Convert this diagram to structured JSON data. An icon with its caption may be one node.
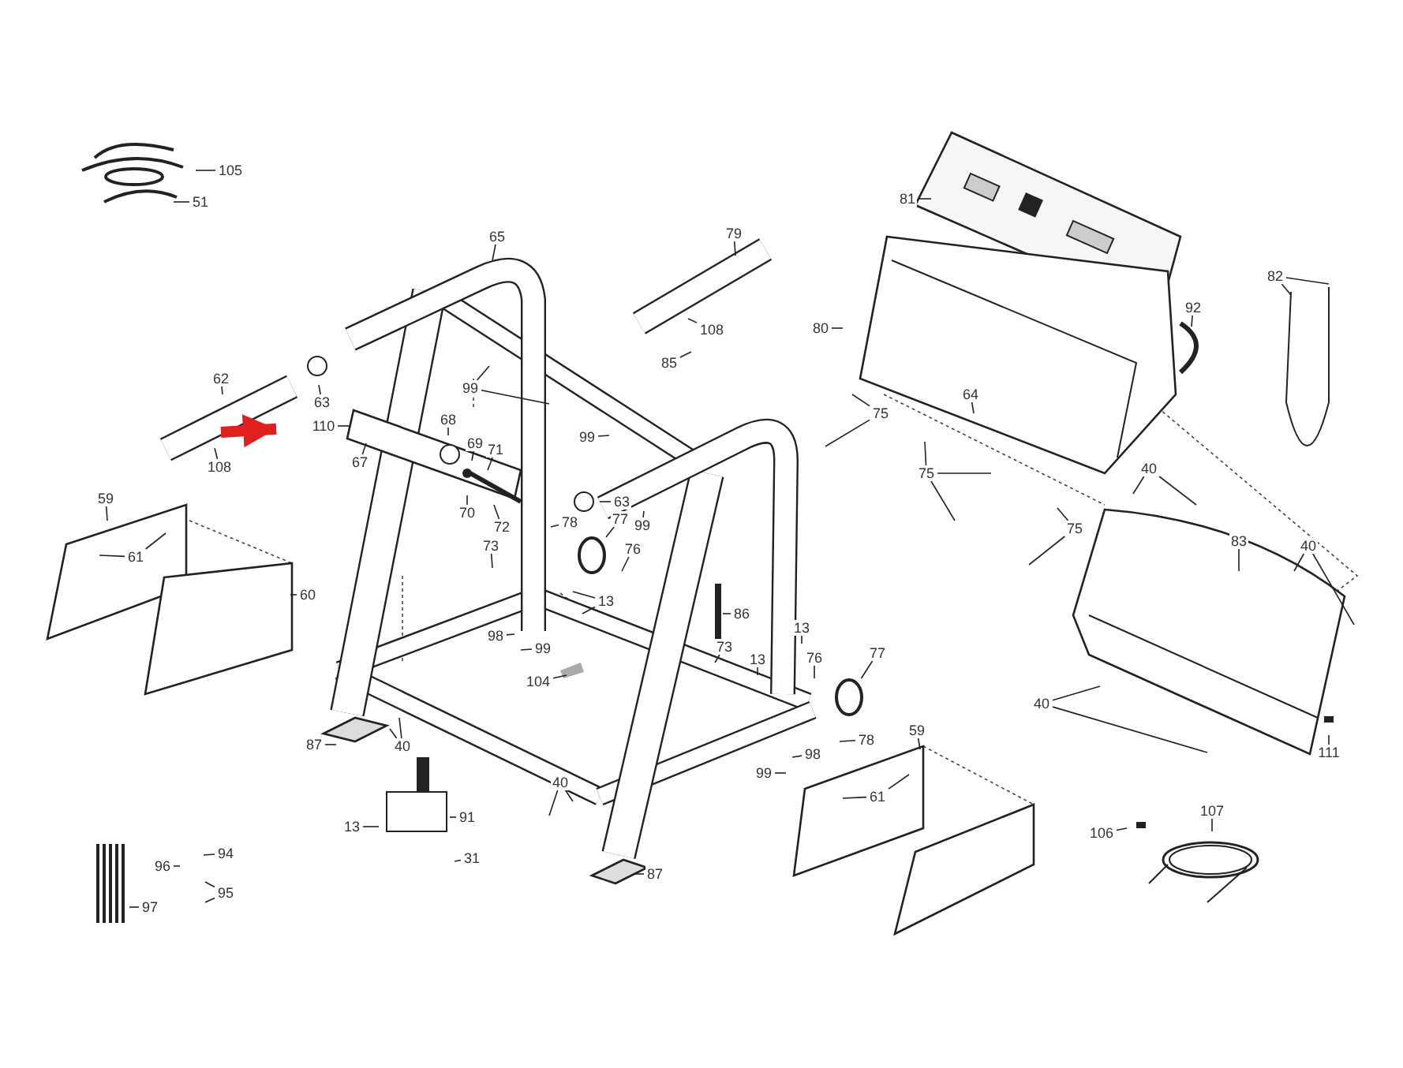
{
  "diagram": {
    "nodes": [
      {
        "text": [
          "105"
        ]
      },
      {
        "text": [
          "51"
        ]
      },
      {
        "text": [
          "65"
        ]
      },
      {
        "text": [
          "79"
        ]
      },
      {
        "text": [
          "62"
        ]
      },
      {
        "text": [
          "63"
        ]
      },
      {
        "text": [
          "110"
        ]
      },
      {
        "text": [
          "108"
        ]
      },
      {
        "text": [
          "67"
        ]
      },
      {
        "text": [
          "99"
        ]
      },
      {
        "text": [
          "108"
        ]
      },
      {
        "text": [
          "85"
        ]
      },
      {
        "text": [
          "99"
        ]
      },
      {
        "text": [
          "68"
        ]
      },
      {
        "text": [
          "69"
        ]
      },
      {
        "text": [
          "71"
        ]
      },
      {
        "text": [
          "70"
        ]
      },
      {
        "text": [
          "72"
        ]
      },
      {
        "text": [
          "63"
        ]
      },
      {
        "text": [
          "99"
        ]
      },
      {
        "text": [
          "78"
        ]
      },
      {
        "text": [
          "77"
        ]
      },
      {
        "text": [
          "76"
        ]
      },
      {
        "text": [
          "73"
        ]
      },
      {
        "text": [
          "13"
        ]
      },
      {
        "text": [
          "86"
        ]
      },
      {
        "text": [
          "98"
        ]
      },
      {
        "text": [
          "99"
        ]
      },
      {
        "text": [
          "104"
        ]
      },
      {
        "text": [
          "73"
        ]
      },
      {
        "text": [
          "13"
        ]
      },
      {
        "text": [
          "13"
        ]
      },
      {
        "text": [
          "76"
        ]
      },
      {
        "text": [
          "77"
        ]
      },
      {
        "text": [
          "87"
        ]
      },
      {
        "text": [
          "40"
        ]
      },
      {
        "text": [
          "78"
        ]
      },
      {
        "text": [
          "98"
        ]
      },
      {
        "text": [
          "99"
        ]
      },
      {
        "text": [
          "59"
        ]
      },
      {
        "text": [
          "61"
        ]
      },
      {
        "text": [
          "40"
        ]
      },
      {
        "text": [
          "13"
        ]
      },
      {
        "text": [
          "91"
        ]
      },
      {
        "text": [
          "31"
        ]
      },
      {
        "text": [
          "87"
        ]
      },
      {
        "text": [
          "96"
        ]
      },
      {
        "text": [
          "94"
        ]
      },
      {
        "text": [
          "95"
        ]
      },
      {
        "text": [
          "97"
        ]
      },
      {
        "text": [
          "81"
        ]
      },
      {
        "text": [
          "80"
        ]
      },
      {
        "text": [
          "92"
        ]
      },
      {
        "text": [
          "82"
        ]
      },
      {
        "text": [
          "64"
        ]
      },
      {
        "text": [
          "75"
        ]
      },
      {
        "text": [
          "75"
        ]
      },
      {
        "text": [
          "75"
        ]
      },
      {
        "text": [
          "40"
        ]
      },
      {
        "text": [
          "83"
        ]
      },
      {
        "text": [
          "40"
        ]
      },
      {
        "text": [
          "40"
        ]
      },
      {
        "text": [
          "111"
        ]
      },
      {
        "text": [
          "106"
        ]
      },
      {
        "text": [
          "107"
        ]
      },
      {
        "text": [
          "59"
        ]
      },
      {
        "text": [
          "61"
        ]
      },
      {
        "text": [
          "60"
        ]
      },
      {
        "text": [],
        "shape": "circle"
      },
      {
        "text": [],
        "shape": "circle"
      }
    ],
    "edges": [
      {
        "from": 0,
        "to": null,
        "arrow": "none"
      },
      {
        "from": 1,
        "to": null,
        "arrow": "none"
      },
      {
        "from": 2,
        "to": null,
        "arrow": "none"
      },
      {
        "from": 3,
        "to": null,
        "arrow": "none"
      },
      {
        "from": 4,
        "to": null,
        "arrow": "none"
      },
      {
        "from": 5,
        "to": null,
        "arrow": "none"
      },
      {
        "from": 6,
        "to": null,
        "arrow": "none"
      },
      {
        "from": 7,
        "to": null,
        "arrow": "none"
      },
      {
        "from": 8,
        "to": null,
        "arrow": "none"
      },
      {
        "from": 9,
        "to": null,
        "arrow": "none"
      },
      {
        "from": 9,
        "to": null,
        "arrow": "none"
      },
      {
        "from": 10,
        "to": null,
        "arrow": "none"
      },
      {
        "from": 11,
        "to": null,
        "arrow": "none"
      },
      {
        "from": 12,
        "to": null,
        "arrow": "none"
      },
      {
        "from": 13,
        "to": null,
        "arrow": "none"
      },
      {
        "from": 14,
        "to": null,
        "arrow": "none"
      },
      {
        "from": 15,
        "to": null,
        "arrow": "none"
      },
      {
        "from": 16,
        "to": null,
        "arrow": "none"
      },
      {
        "from": 17,
        "to": null,
        "arrow": "none"
      },
      {
        "from": 18,
        "to": null,
        "arrow": "none"
      },
      {
        "from": 19,
        "to": null,
        "arrow": "none"
      },
      {
        "from": 20,
        "to": null,
        "arrow": "none"
      },
      {
        "from": 21,
        "to": 68,
        "arrow": "none"
      },
      {
        "from": 22,
        "to": null,
        "arrow": "none"
      },
      {
        "from": 23,
        "to": null,
        "arrow": "none"
      },
      {
        "from": 24,
        "to": null,
        "arrow": "none"
      },
      {
        "from": 24,
        "to": null,
        "arrow": "none"
      },
      {
        "from": 25,
        "to": null,
        "arrow": "none"
      },
      {
        "from": 26,
        "to": null,
        "arrow": "none"
      },
      {
        "from": 27,
        "to": null,
        "arrow": "none"
      },
      {
        "from": 28,
        "to": null,
        "arrow": "none"
      },
      {
        "from": 29,
        "to": null,
        "arrow": "none"
      },
      {
        "from": 30,
        "to": null,
        "arrow": "none"
      },
      {
        "from": 31,
        "to": null,
        "arrow": "none"
      },
      {
        "from": 32,
        "to": null,
        "arrow": "none"
      },
      {
        "from": 33,
        "to": 69,
        "arrow": "none"
      },
      {
        "from": 34,
        "to": null,
        "arrow": "none"
      },
      {
        "from": 35,
        "to": null,
        "arrow": "none"
      },
      {
        "from": 35,
        "to": null,
        "arrow": "none"
      },
      {
        "from": 36,
        "to": null,
        "arrow": "none"
      },
      {
        "from": 37,
        "to": null,
        "arrow": "none"
      },
      {
        "from": 38,
        "to": null,
        "arrow": "none"
      },
      {
        "from": 39,
        "to": null,
        "arrow": "none"
      },
      {
        "from": 40,
        "to": null,
        "arrow": "none"
      },
      {
        "from": 40,
        "to": null,
        "arrow": "none"
      },
      {
        "from": 41,
        "to": null,
        "arrow": "none"
      },
      {
        "from": 41,
        "to": null,
        "arrow": "none"
      },
      {
        "from": 42,
        "to": null,
        "arrow": "none"
      },
      {
        "from": 43,
        "to": null,
        "arrow": "none"
      },
      {
        "from": 44,
        "to": null,
        "arrow": "none"
      },
      {
        "from": 45,
        "to": null,
        "arrow": "none"
      },
      {
        "from": 46,
        "to": null,
        "arrow": "none"
      },
      {
        "from": 47,
        "to": null,
        "arrow": "none"
      },
      {
        "from": 48,
        "to": null,
        "arrow": "none"
      },
      {
        "from": 48,
        "to": null,
        "arrow": "none"
      },
      {
        "from": 49,
        "to": null,
        "arrow": "none"
      },
      {
        "from": 50,
        "to": null,
        "arrow": "none"
      },
      {
        "from": 51,
        "to": null,
        "arrow": "none"
      },
      {
        "from": 52,
        "to": null,
        "arrow": "none"
      },
      {
        "from": 53,
        "to": null,
        "arrow": "none"
      },
      {
        "from": 53,
        "to": null,
        "arrow": "none"
      },
      {
        "from": 54,
        "to": null,
        "arrow": "none"
      },
      {
        "from": 55,
        "to": null,
        "arrow": "none"
      },
      {
        "from": 55,
        "to": null,
        "arrow": "none"
      },
      {
        "from": 56,
        "to": null,
        "arrow": "none"
      },
      {
        "from": 56,
        "to": null,
        "arrow": "none"
      },
      {
        "from": 56,
        "to": null,
        "arrow": "none"
      },
      {
        "from": 57,
        "to": null,
        "arrow": "none"
      },
      {
        "from": 57,
        "to": null,
        "arrow": "none"
      },
      {
        "from": 58,
        "to": null,
        "arrow": "none"
      },
      {
        "from": 58,
        "to": null,
        "arrow": "none"
      },
      {
        "from": 59,
        "to": null,
        "arrow": "none"
      },
      {
        "from": 60,
        "to": null,
        "arrow": "none"
      },
      {
        "from": 60,
        "to": null,
        "arrow": "none"
      },
      {
        "from": 61,
        "to": null,
        "arrow": "none"
      },
      {
        "from": 61,
        "to": null,
        "arrow": "none"
      },
      {
        "from": 62,
        "to": null,
        "arrow": "none"
      },
      {
        "from": 63,
        "to": null,
        "arrow": "none"
      },
      {
        "from": 64,
        "to": null,
        "arrow": "none"
      },
      {
        "from": 65,
        "to": null,
        "arrow": "none"
      },
      {
        "from": 66,
        "to": null,
        "arrow": "none"
      },
      {
        "from": 66,
        "to": null,
        "arrow": "none"
      },
      {
        "from": 67,
        "to": null,
        "arrow": "none"
      },
      {
        "from": null,
        "to": 6,
        "arrow": "to",
        "style": "thick",
        "color": "#e0201f"
      }
    ]
  }
}
